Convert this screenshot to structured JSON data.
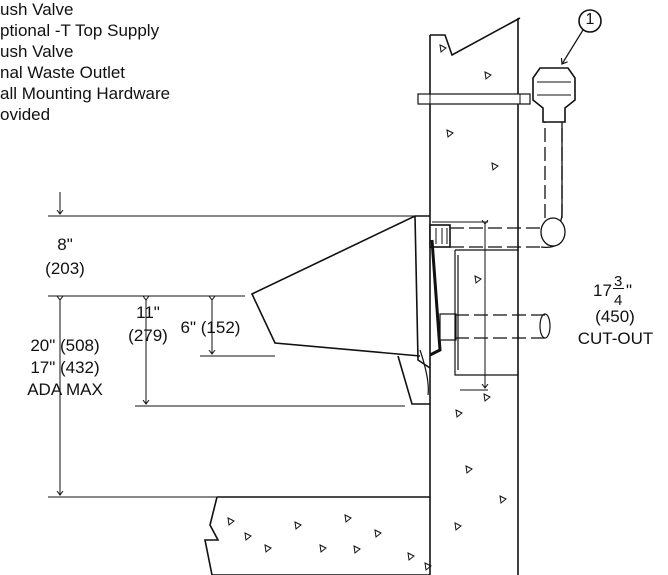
{
  "notes": [
    "ush Valve",
    "ptional -T Top Supply",
    "ush Valve",
    "nal Waste Outlet",
    "all Mounting Hardware",
    "ovided"
  ],
  "callout": "1",
  "dimensions": {
    "upper": {
      "imperial": "8\"",
      "metric": "(203)"
    },
    "rim_to_floor": {
      "imperial": "20\" (508)",
      "ada": "17\" (432)",
      "ada_label": "ADA MAX"
    },
    "bowl_depth": {
      "imperial": "11\"",
      "metric": "(279)"
    },
    "lip": {
      "text": "6\" (152)"
    },
    "cutout": {
      "whole": "17",
      "num": "3",
      "den": "4",
      "inch_mark": "\"",
      "metric": "(450)",
      "label": "CUT-OUT"
    }
  }
}
